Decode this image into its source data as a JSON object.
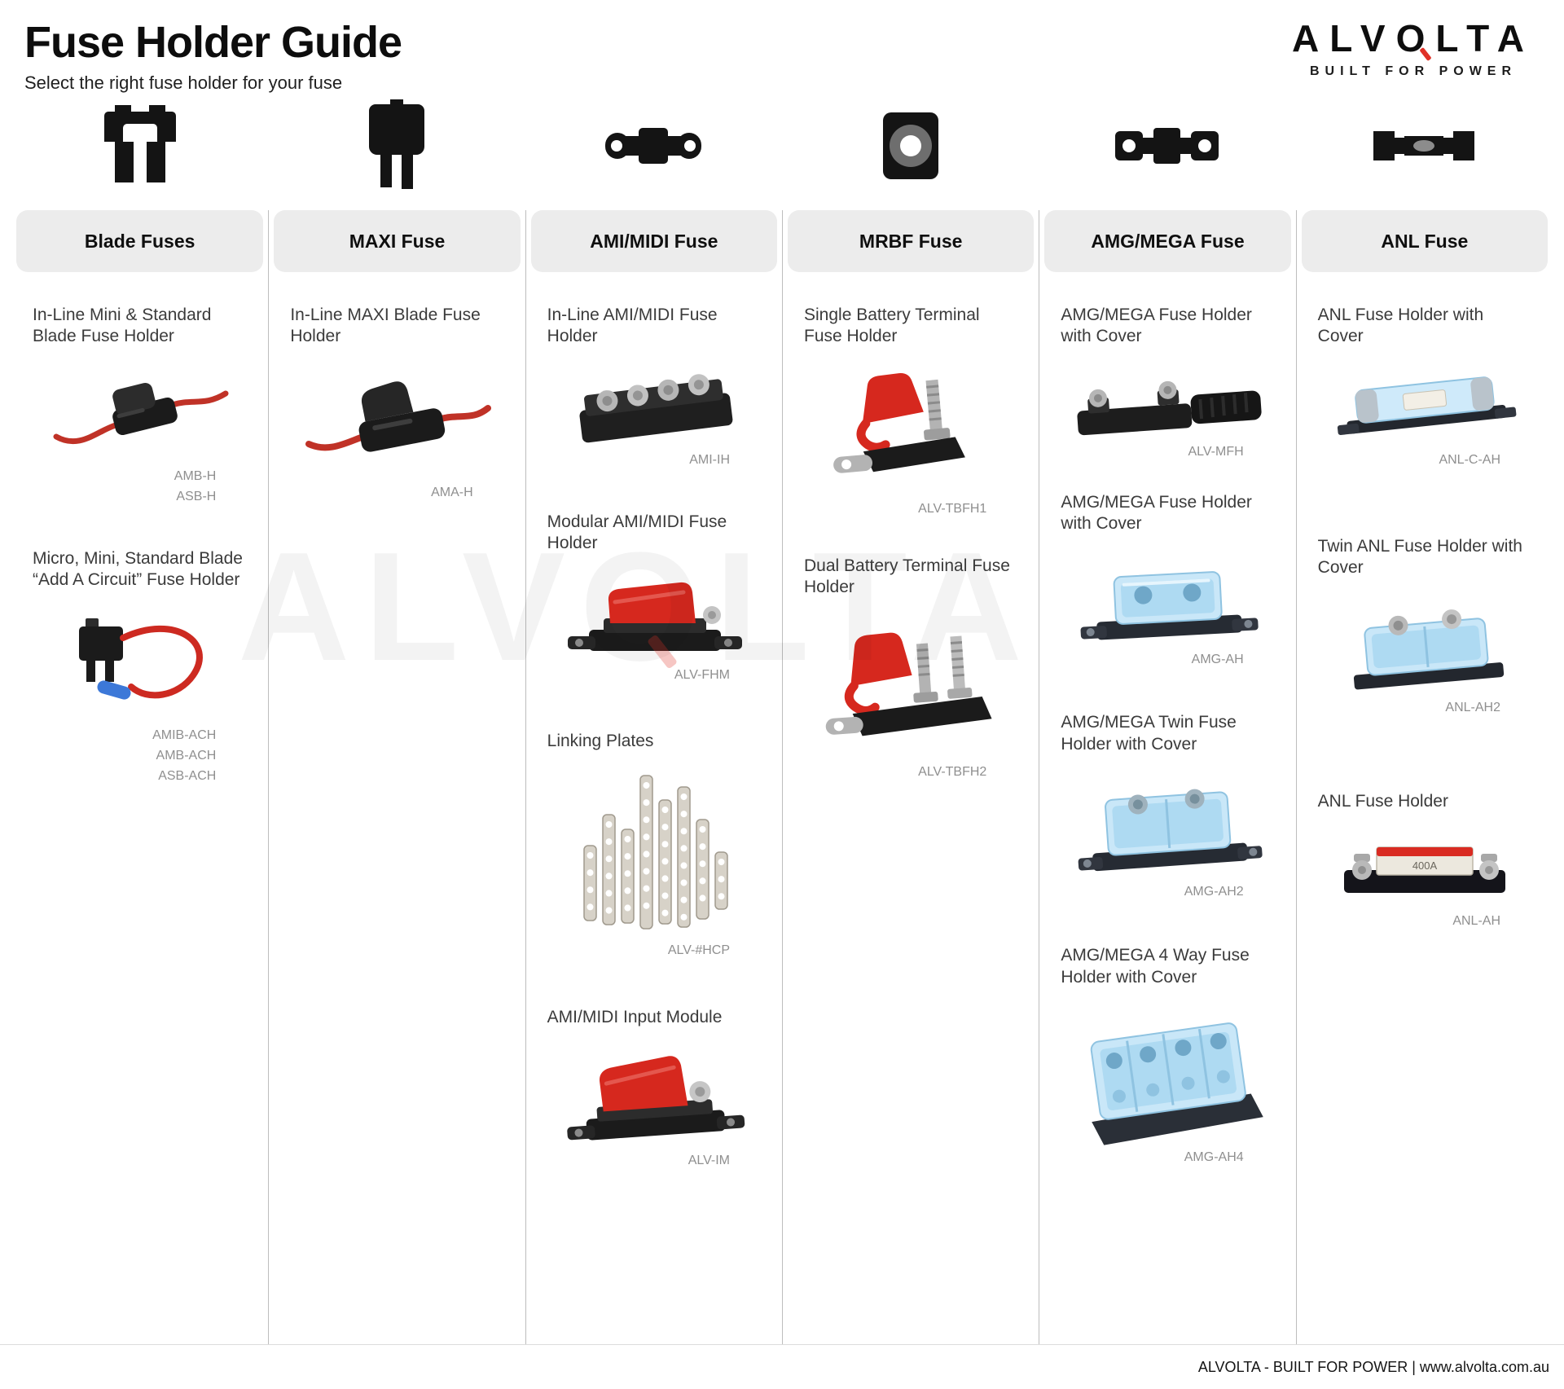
{
  "page": {
    "title": "Fuse Holder Guide",
    "subtitle": "Select the right fuse holder for your fuse",
    "watermark": "ALVOLTA",
    "footer": "ALVOLTA - BUILT FOR POWER | www.alvolta.com.au"
  },
  "brand": {
    "pre": "ALV",
    "o": "O",
    "post": "LTA",
    "tagline": "BUILT FOR POWER"
  },
  "colors": {
    "accent_red": "#e03127",
    "product_red": "#d6281e",
    "header_band": "#ececec",
    "divider": "#bdbdbd",
    "code_text": "#8f8f8f",
    "title_text": "#3b3b3b",
    "blue_cover": "#c9e7f8"
  },
  "fuse_icons": [
    "blade-fuse-icon",
    "maxi-fuse-icon",
    "ami-midi-fuse-icon",
    "mrbf-fuse-icon",
    "amg-mega-fuse-icon",
    "anl-fuse-icon"
  ],
  "product_labels": {
    "anl_rating": "400A"
  },
  "columns": [
    {
      "header": "Blade Fuses",
      "products": [
        {
          "title": "In-Line Mini & Standard Blade Fuse Holder",
          "image": "inline-blade-holder",
          "codes": [
            "AMB-H",
            "ASB-H"
          ]
        },
        {
          "title": "Micro, Mini, Standard Blade “Add A Circuit” Fuse Holder",
          "image": "add-a-circuit-holder",
          "codes": [
            "AMIB-ACH",
            "AMB-ACH",
            "ASB-ACH"
          ]
        }
      ]
    },
    {
      "header": "MAXI Fuse",
      "products": [
        {
          "title": "In-Line MAXI Blade Fuse Holder",
          "image": "inline-maxi-holder",
          "codes": [
            "AMA-H"
          ]
        }
      ]
    },
    {
      "header": "AMI/MIDI Fuse",
      "products": [
        {
          "title": "In-Line AMI/MIDI Fuse Holder",
          "image": "inline-ami-midi-holder",
          "codes": [
            "AMI-IH"
          ]
        },
        {
          "title": "Modular AMI/MIDI Fuse Holder",
          "image": "modular-ami-midi-holder",
          "codes": [
            "ALV-FHM"
          ]
        },
        {
          "title": "Linking Plates",
          "image": "linking-plates",
          "codes": [
            "ALV-#HCP"
          ]
        },
        {
          "title": "AMI/MIDI Input Module",
          "image": "ami-midi-input-module",
          "codes": [
            "ALV-IM"
          ]
        }
      ]
    },
    {
      "header": "MRBF Fuse",
      "products": [
        {
          "title": "Single Battery Terminal Fuse Holder",
          "image": "single-battery-terminal-holder",
          "codes": [
            "ALV-TBFH1"
          ]
        },
        {
          "title": "Dual Battery Terminal Fuse Holder",
          "image": "dual-battery-terminal-holder",
          "codes": [
            "ALV-TBFH2"
          ]
        }
      ]
    },
    {
      "header": "AMG/MEGA Fuse",
      "products": [
        {
          "title": "AMG/MEGA Fuse Holder with Cover",
          "image": "amg-mega-holder-black",
          "codes": [
            "ALV-MFH"
          ]
        },
        {
          "title": "AMG/MEGA Fuse Holder with Cover",
          "image": "amg-mega-holder-blue",
          "codes": [
            "AMG-AH"
          ]
        },
        {
          "title": "AMG/MEGA Twin Fuse Holder with Cover",
          "image": "amg-mega-twin-holder",
          "codes": [
            "AMG-AH2"
          ]
        },
        {
          "title": "AMG/MEGA 4 Way Fuse Holder with Cover",
          "image": "amg-mega-4way-holder",
          "codes": [
            "AMG-AH4"
          ]
        }
      ]
    },
    {
      "header": "ANL Fuse",
      "products": [
        {
          "title": "ANL Fuse Holder with Cover",
          "image": "anl-holder-with-cover",
          "codes": [
            "ANL-C-AH"
          ]
        },
        {
          "title": "Twin ANL Fuse Holder with Cover",
          "image": "twin-anl-holder",
          "codes": [
            "ANL-AH2"
          ]
        },
        {
          "title": "ANL Fuse Holder",
          "image": "anl-holder",
          "codes": [
            "ANL-AH"
          ]
        }
      ]
    }
  ]
}
